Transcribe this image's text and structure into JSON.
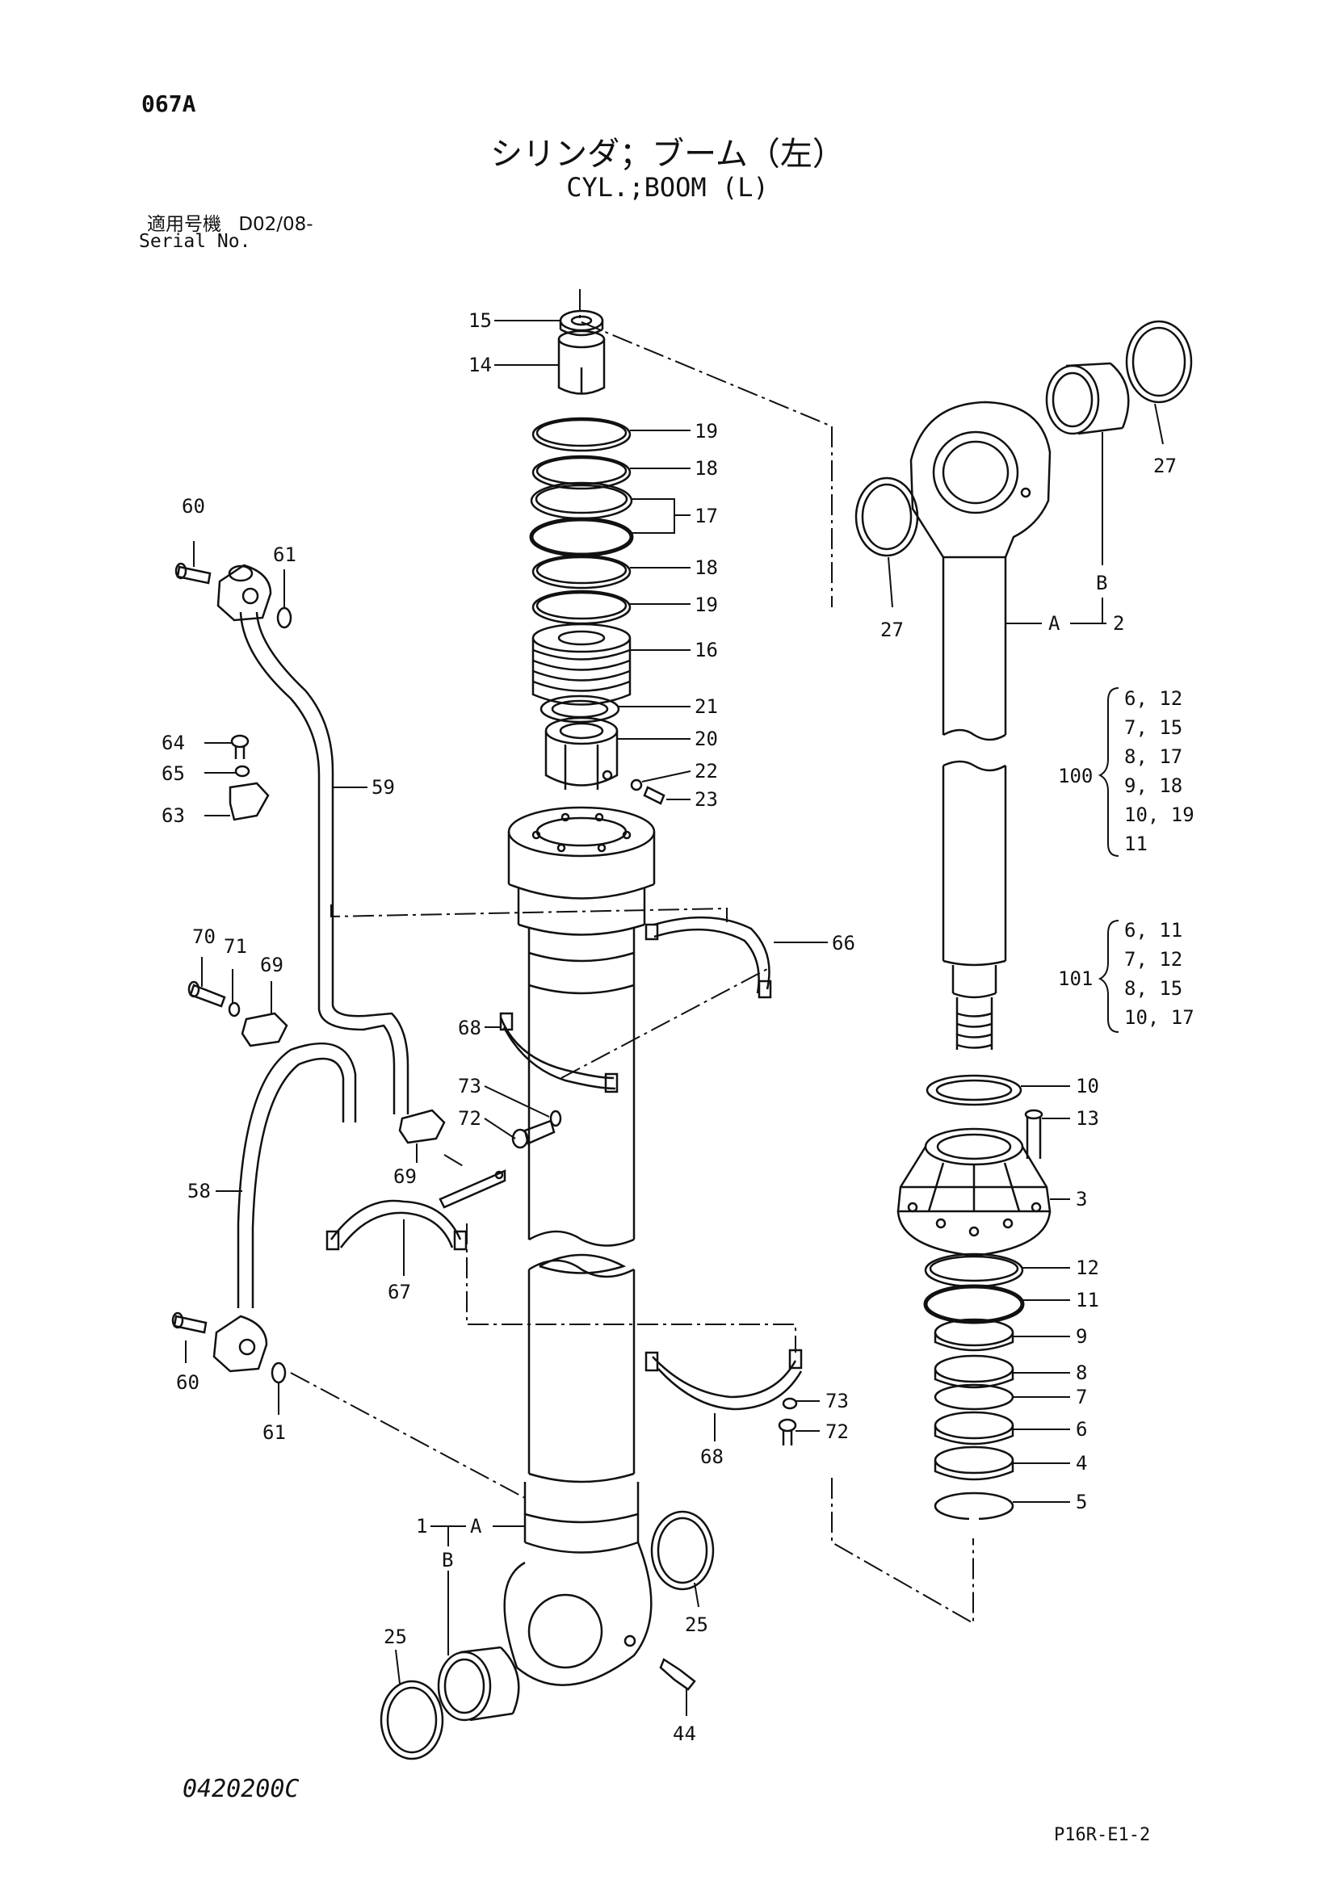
{
  "header": {
    "page_code": "067A",
    "title_jp": "シリンダ；ブーム（左）",
    "title_en": "CYL.;BOOM (L)",
    "serial_label_jp": "適用号機",
    "serial_value": "D02/08-",
    "serial_label_en": "Serial No."
  },
  "footer": {
    "doc_code": "0420200C",
    "sheet_code": "P16R-E1-2"
  },
  "callouts": {
    "c15": "15",
    "c14": "14",
    "c19a": "19",
    "c18a": "18",
    "c17": "17",
    "c18b": "18",
    "c19b": "19",
    "c16": "16",
    "c21": "21",
    "c20": "20",
    "c22": "22",
    "c23": "23",
    "c60a": "60",
    "c61a": "61",
    "c64": "64",
    "c65": "65",
    "c63": "63",
    "c59": "59",
    "c66": "66",
    "c70": "70",
    "c71": "71",
    "c69a": "69",
    "c68a": "68",
    "c73a": "73",
    "c72a": "72",
    "c69b": "69",
    "c58": "58",
    "c67": "67",
    "c60b": "60",
    "c61b": "61",
    "c73b": "73",
    "c72b": "72",
    "c68b": "68",
    "c1": "1",
    "cA1": "A",
    "cB1": "B",
    "c25a": "25",
    "c25b": "25",
    "c44": "44",
    "c27a": "27",
    "c27b": "27",
    "cB2": "B",
    "cA2": "A",
    "c2": "2",
    "c10": "10",
    "c13": "13",
    "c3": "3",
    "c12": "12",
    "c11": "11",
    "c9": "9",
    "c8": "8",
    "c7": "7",
    "c6": "6",
    "c4": "4",
    "c5": "5"
  },
  "kits": {
    "k100": {
      "label": "100",
      "rows": [
        "6, 12",
        "7, 15",
        "8, 17",
        "9, 18",
        "10, 19",
        "11"
      ]
    },
    "k101": {
      "label": "101",
      "rows": [
        "6, 11",
        "7, 12",
        "8, 15",
        "10, 17"
      ]
    }
  }
}
